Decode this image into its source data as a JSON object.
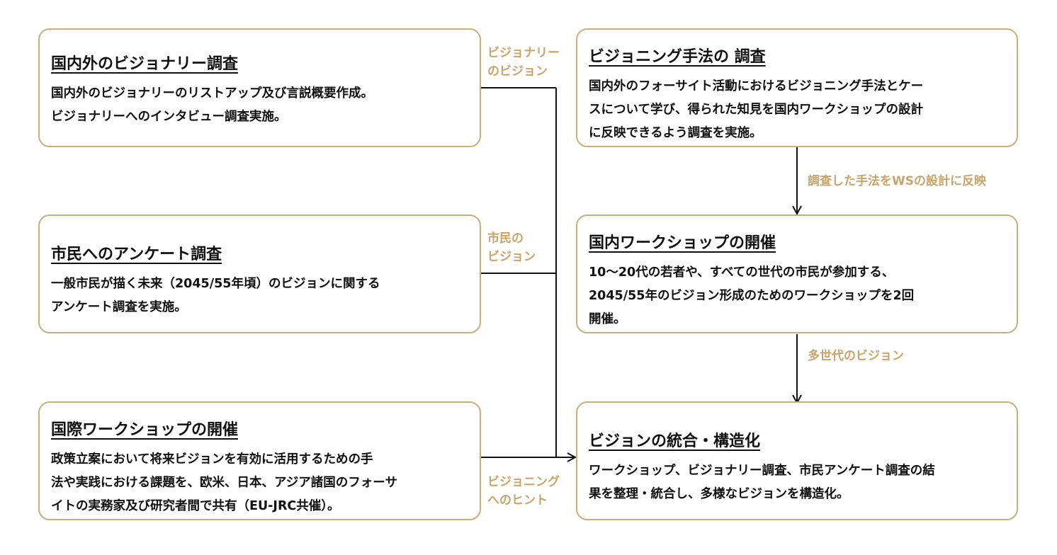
{
  "boxes": {
    "visionary_survey": {
      "title": "国内外のビジョナリー調査",
      "lines": [
        "国内外のビジョナリーのリストアップ及び言説概要作成。",
        "ビジョナリーへのインタビュー調査実施。"
      ]
    },
    "citizen_survey": {
      "title": "市民へのアンケート調査",
      "lines": [
        "一般市民が描く未来（2045/55年頃）のビジョンに関する",
        "アンケート調査を実施。"
      ]
    },
    "intl_workshop": {
      "title": "国際ワークショップの開催",
      "lines": [
        "政策立案において将来ビジョンを有効に活用するための手",
        "法や実践における課題を、欧米、日本、アジア諸国のフォーサ",
        "イトの実務家及び研究者間で共有（EU-JRC共催）。"
      ]
    },
    "visioning_method": {
      "title": "ビジョニング手法の 調査",
      "lines": [
        "国内外のフォーサイト活動におけるビジョニング手法とケー",
        "スについて学び、得られた知見を国内ワークショップの設計",
        "に反映できるよう調査を実施。"
      ]
    },
    "domestic_workshop": {
      "title": "国内ワークショップの開催",
      "lines": [
        "10～20代の若者や、すべての世代の市民が参加する、",
        "2045/55年のビジョン形成のためのワークショップを2回",
        "開催。"
      ]
    },
    "integration": {
      "title": "ビジョンの統合・構造化",
      "lines": [
        "ワークショップ、ビジョナリー調査、市民アンケート調査の結",
        "果を整理・統合し、多様なビジョンを構造化。"
      ]
    }
  },
  "edge_labels": {
    "visionary_vision": [
      "ビジョナリー",
      "のビジョン"
    ],
    "citizen_vision": [
      "市民の",
      "ビジョン"
    ],
    "visioning_hint": [
      "ビジョニング",
      "へのヒント"
    ],
    "method_to_ws": [
      "調査した手法をWSの設計に反映"
    ],
    "multigen_vision": [
      "多世代のビジョン"
    ]
  },
  "colors": {
    "border": "#c9ae78",
    "label": "#c9a46a",
    "line": "#111111"
  }
}
